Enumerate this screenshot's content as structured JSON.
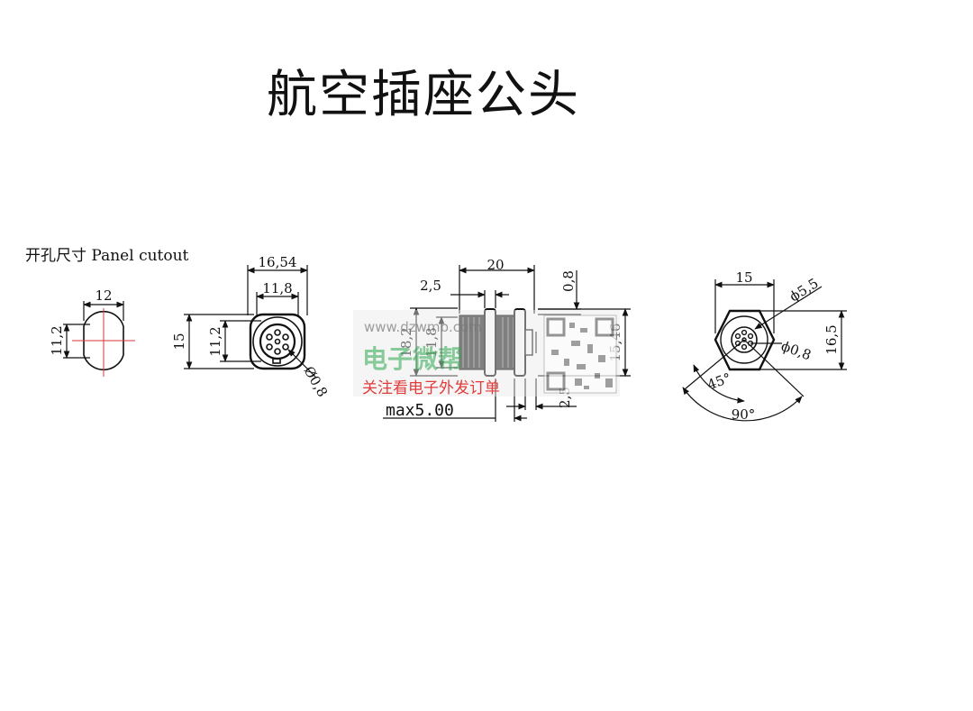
{
  "title": "航空插座公头",
  "panel_cutout_label": "开孔尺寸 Panel cutout",
  "dimensions": {
    "cutout_width": "12",
    "cutout_height": "11,2",
    "front_outer_width": "16,54",
    "front_inner_width": "11,8",
    "front_height": "15",
    "front_inner_height": "11,2",
    "front_pin_dia": "Ø0,8",
    "side_length": "20",
    "side_flange": "2,5",
    "side_thread": "18,2",
    "side_inner": "11,8",
    "side_top_gap": "0,8",
    "side_height": "15,46",
    "side_tail": "2,5",
    "side_max": "max5.00",
    "rear_width": "15",
    "rear_dia": "ϕ5,5",
    "rear_pin_dia": "ϕ0,8",
    "rear_height": "16,5",
    "rear_angle_small": "45°",
    "rear_angle_large": "90°"
  },
  "watermark": {
    "url": "www.dzwmb.com",
    "brand": "电子微帮",
    "slogan": "关注看电子外发订单"
  },
  "colors": {
    "line": "#111111",
    "centerline": "#d43a3a",
    "watermark_green": "#2fa84f",
    "watermark_red": "#e23b3b"
  }
}
